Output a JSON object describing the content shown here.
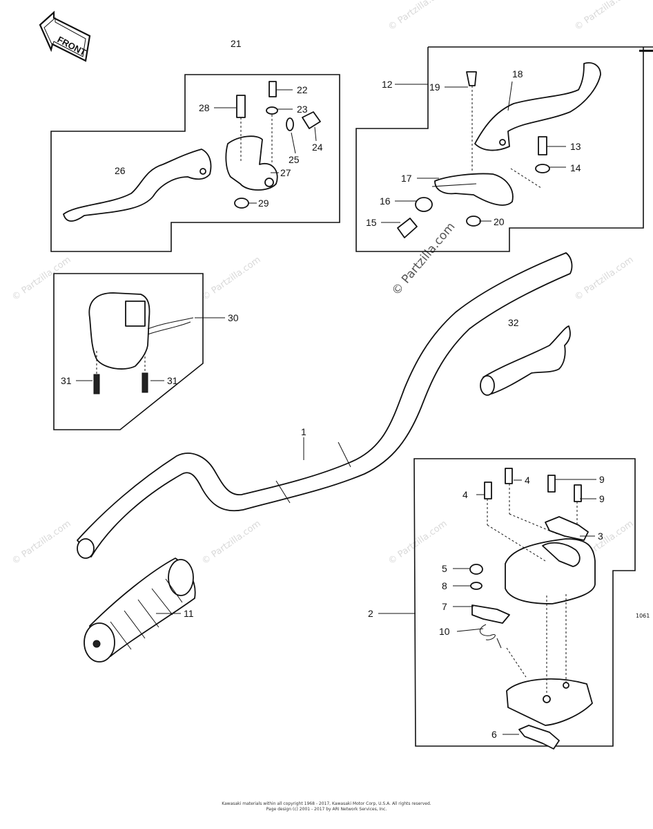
{
  "diagram": {
    "front_label": "FRONT",
    "diagram_code": "1061",
    "callouts": [
      {
        "id": "c1",
        "text": "1"
      },
      {
        "id": "c2",
        "text": "2"
      },
      {
        "id": "c3",
        "text": "3"
      },
      {
        "id": "c4a",
        "text": "4"
      },
      {
        "id": "c4b",
        "text": "4"
      },
      {
        "id": "c5",
        "text": "5"
      },
      {
        "id": "c6",
        "text": "6"
      },
      {
        "id": "c7",
        "text": "7"
      },
      {
        "id": "c8",
        "text": "8"
      },
      {
        "id": "c9a",
        "text": "9"
      },
      {
        "id": "c9b",
        "text": "9"
      },
      {
        "id": "c10",
        "text": "10"
      },
      {
        "id": "c11",
        "text": "11"
      },
      {
        "id": "c12",
        "text": "12"
      },
      {
        "id": "c13",
        "text": "13"
      },
      {
        "id": "c14",
        "text": "14"
      },
      {
        "id": "c15",
        "text": "15"
      },
      {
        "id": "c16",
        "text": "16"
      },
      {
        "id": "c17",
        "text": "17"
      },
      {
        "id": "c18",
        "text": "18"
      },
      {
        "id": "c19",
        "text": "19"
      },
      {
        "id": "c20",
        "text": "20"
      },
      {
        "id": "c21",
        "text": "21"
      },
      {
        "id": "c22",
        "text": "22"
      },
      {
        "id": "c23",
        "text": "23"
      },
      {
        "id": "c24",
        "text": "24"
      },
      {
        "id": "c25",
        "text": "25"
      },
      {
        "id": "c26",
        "text": "26"
      },
      {
        "id": "c27",
        "text": "27"
      },
      {
        "id": "c28",
        "text": "28"
      },
      {
        "id": "c29",
        "text": "29"
      },
      {
        "id": "c30",
        "text": "30"
      },
      {
        "id": "c31a",
        "text": "31"
      },
      {
        "id": "c31b",
        "text": "31"
      },
      {
        "id": "c32",
        "text": "32"
      }
    ]
  },
  "watermark": {
    "text": "© Partzilla.com"
  },
  "copyright": {
    "line1": "Kawasaki materials within all copyright 1968 - 2017, Kawasaki Motor Corp, U.S.A. All rights reserved.",
    "line2": "Page design (c) 2001 - 2017 by ARI Network Services, Inc."
  }
}
